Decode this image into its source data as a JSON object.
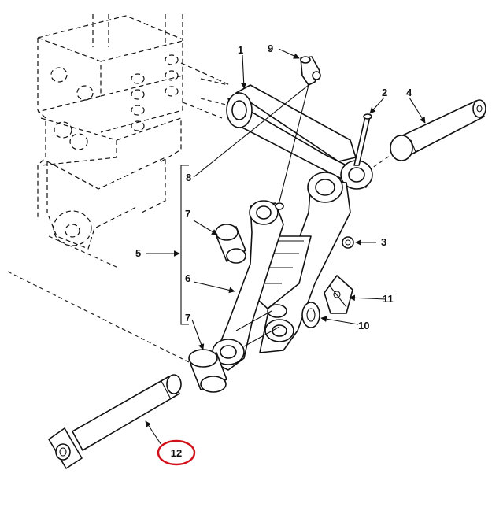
{
  "callouts": {
    "c1": "1",
    "c2": "2",
    "c3": "3",
    "c4": "4",
    "c5": "5",
    "c6": "6",
    "c7a": "7",
    "c7b": "7",
    "c8": "8",
    "c9": "9",
    "c10": "10",
    "c11": "11",
    "c12": "12"
  },
  "highlight": {
    "callout": "12",
    "ring_color": "#d0101a"
  },
  "colors": {
    "line": "#111111",
    "background": "#ffffff"
  }
}
